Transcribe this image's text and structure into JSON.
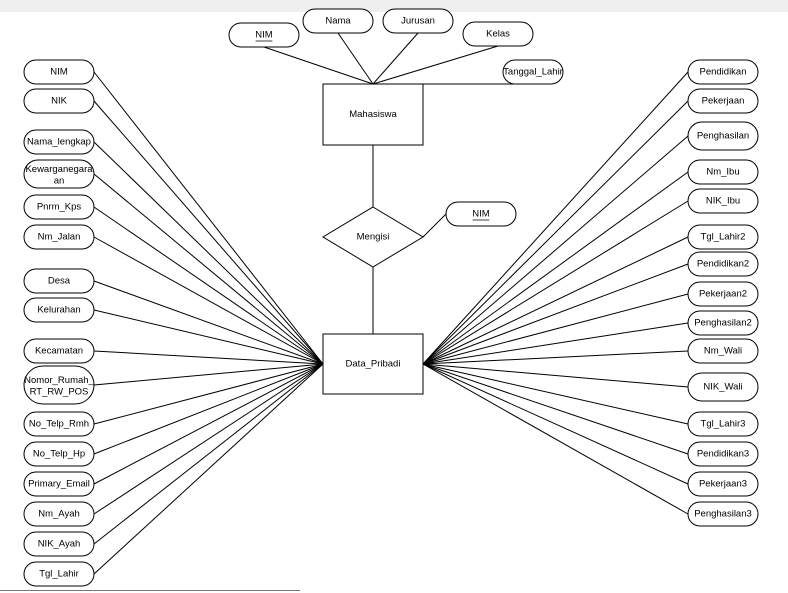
{
  "entities": [
    {
      "id": "mahasiswa",
      "label": "Mahasiswa"
    },
    {
      "id": "data_pribadi",
      "label": "Data_Pribadi"
    }
  ],
  "relationships": [
    {
      "id": "mengisi",
      "label": "Mengisi",
      "connects": [
        "mahasiswa",
        "data_pribadi"
      ]
    }
  ],
  "attributes": {
    "mahasiswa": [
      {
        "label": "NIM",
        "key": true
      },
      {
        "label": "Nama",
        "key": false
      },
      {
        "label": "Jurusan",
        "key": false
      },
      {
        "label": "Kelas",
        "key": false
      },
      {
        "label": "Tanggal_Lahir",
        "key": false
      }
    ],
    "mengisi": [
      {
        "label": "NIM",
        "key": true
      }
    ],
    "data_pribadi_left": [
      {
        "label": "NIM",
        "key": false
      },
      {
        "label": "NIK",
        "key": false
      },
      {
        "label": "Nama_lengkap",
        "key": false
      },
      {
        "label": "Kewarganegara an",
        "lines": [
          "Kewarganegara",
          "an"
        ],
        "key": false
      },
      {
        "label": "Pnrm_Kps",
        "key": false
      },
      {
        "label": "Nm_Jalan",
        "key": false
      },
      {
        "label": "Desa",
        "key": false
      },
      {
        "label": "Kelurahan",
        "key": false
      },
      {
        "label": "Kecamatan",
        "key": false
      },
      {
        "label": "Nomor_Rumah_ RT_RW_POS",
        "lines": [
          "Nomor_Rumah_",
          "RT_RW_POS"
        ],
        "key": false
      },
      {
        "label": "No_Telp_Rmh",
        "key": false
      },
      {
        "label": "No_Telp_Hp",
        "key": false
      },
      {
        "label": "Primary_Email",
        "key": false
      },
      {
        "label": "Nm_Ayah",
        "key": false
      },
      {
        "label": "NIK_Ayah",
        "key": false
      },
      {
        "label": "Tgl_Lahir",
        "key": false
      }
    ],
    "data_pribadi_right": [
      {
        "label": "Pendidikan",
        "key": false
      },
      {
        "label": "Pekerjaan",
        "key": false
      },
      {
        "label": "Penghasilan",
        "key": false
      },
      {
        "label": "Nm_Ibu",
        "key": false
      },
      {
        "label": "NIK_Ibu",
        "key": false
      },
      {
        "label": "Tgl_Lahir2",
        "key": false
      },
      {
        "label": "Pendidikan2",
        "key": false
      },
      {
        "label": "Pekerjaan2",
        "key": false
      },
      {
        "label": "Penghasilan2",
        "key": false
      },
      {
        "label": "Nm_Wali",
        "key": false
      },
      {
        "label": "NIK_Wali",
        "key": false
      },
      {
        "label": "Tgl_Lahir3",
        "key": false
      },
      {
        "label": "Pendidikan3",
        "key": false
      },
      {
        "label": "Pekerjaan3",
        "key": false
      },
      {
        "label": "Penghasilan3",
        "key": false
      }
    ]
  }
}
